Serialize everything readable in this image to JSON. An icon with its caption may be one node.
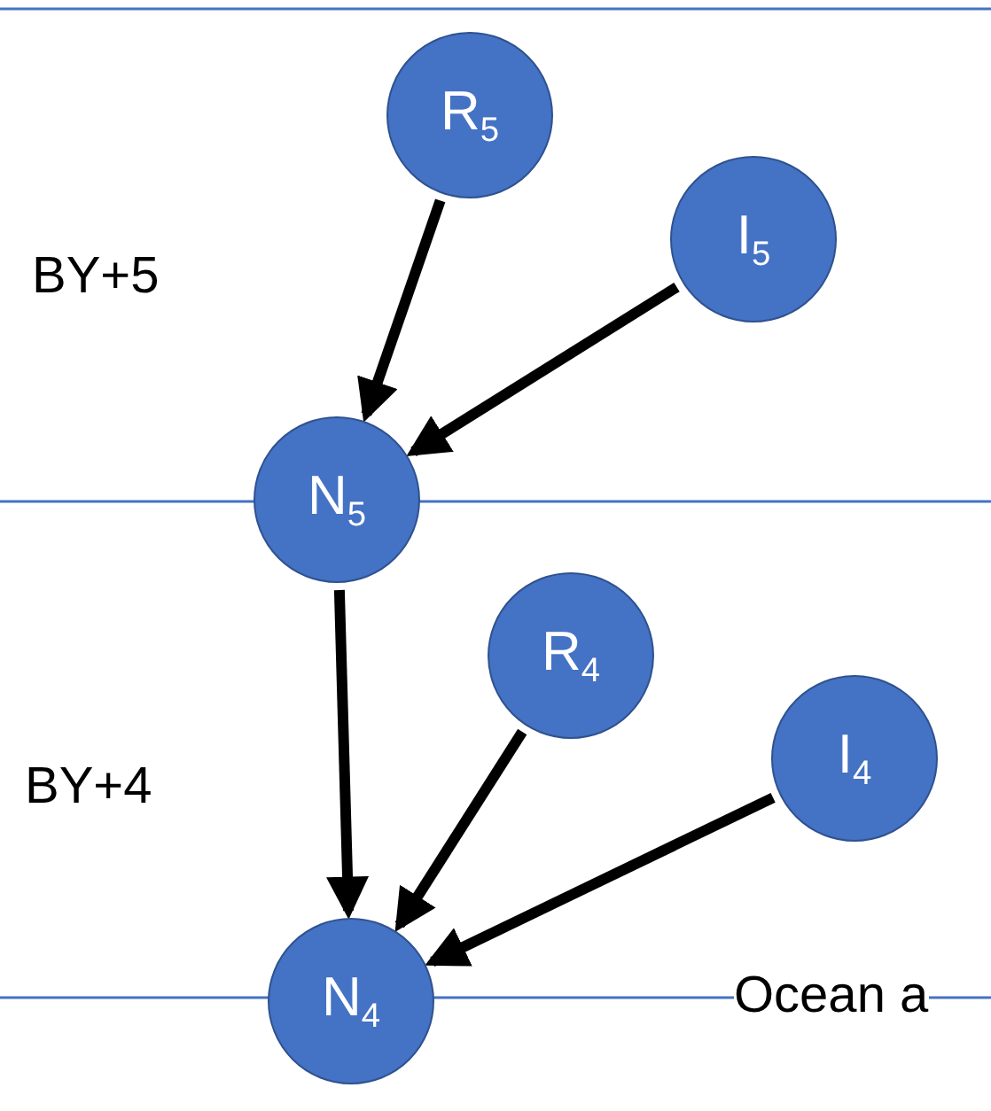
{
  "diagram": {
    "nodes": [
      {
        "text": [
          "R$_{5}$"
        ]
      },
      {
        "text": [
          "I$_{5}$"
        ]
      },
      {
        "text": [
          "N$_{5}$"
        ]
      },
      {
        "text": [
          "R$_{4}$"
        ]
      },
      {
        "text": [
          "I$_{4}$"
        ]
      },
      {
        "text": [
          "N$_{4}$"
        ]
      }
    ],
    "edges": [
      {
        "from": 0,
        "to": 2,
        "arrow": "to"
      },
      {
        "from": 1,
        "to": 2,
        "arrow": "to"
      },
      {
        "from": 2,
        "to": 5,
        "arrow": "to"
      },
      {
        "from": 3,
        "to": 5,
        "arrow": "to"
      },
      {
        "from": 4,
        "to": 5,
        "arrow": "to"
      }
    ],
    "labels": [
      "BY+5",
      "BY+4",
      "Ocean a"
    ]
  }
}
